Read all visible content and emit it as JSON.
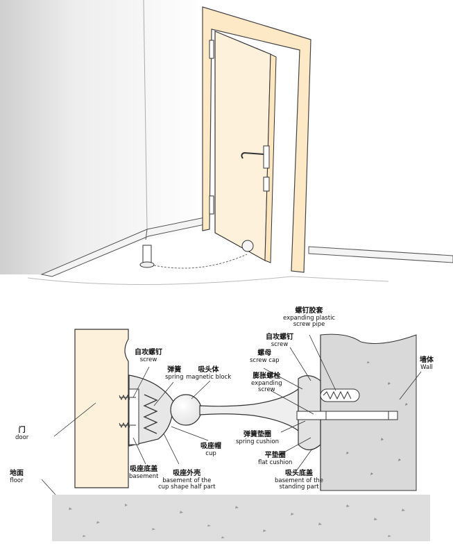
{
  "labels": {
    "door": {
      "zh": "门",
      "en": "door"
    },
    "floor": {
      "zh": "地面",
      "en": "floor"
    },
    "wall": {
      "zh": "墙体",
      "en": "Wall"
    },
    "screw_left": {
      "zh": "自攻螺钉",
      "en": "screw"
    },
    "spring": {
      "zh": "弹簧",
      "en": "spring"
    },
    "magnetic_block": {
      "zh": "吸头体",
      "en": "magnetic block"
    },
    "cup": {
      "zh": "吸座帽",
      "en": "cup"
    },
    "basement": {
      "zh": "吸座底盖",
      "en": "basement"
    },
    "cup_shell": {
      "zh": "吸座外壳",
      "en": "basement of the",
      "en2": "cup shape half part"
    },
    "expanding_pipe": {
      "zh": "螺钉胶套",
      "en": "expanding plastic",
      "en2": "screw pipe"
    },
    "screw_right": {
      "zh": "自攻螺钉",
      "en": "screw"
    },
    "screw_cap": {
      "zh": "螺母",
      "en": "screw cap"
    },
    "expanding_screw": {
      "zh": "膨胀螺栓",
      "en": "expanding",
      "en2": "screw"
    },
    "spring_cushion": {
      "zh": "弹簧垫圈",
      "en": "spring cushion"
    },
    "flat_cushion": {
      "zh": "平垫圈",
      "en": "flat cushion"
    },
    "standing_basement": {
      "zh": "吸头底盖",
      "en": "basement of the",
      "en2": "standing part"
    }
  },
  "colors": {
    "door_fill": "#fdf1dc",
    "wall_fill": "#d9d9d9",
    "floor_fill": "#dedede",
    "line": "#333333"
  }
}
